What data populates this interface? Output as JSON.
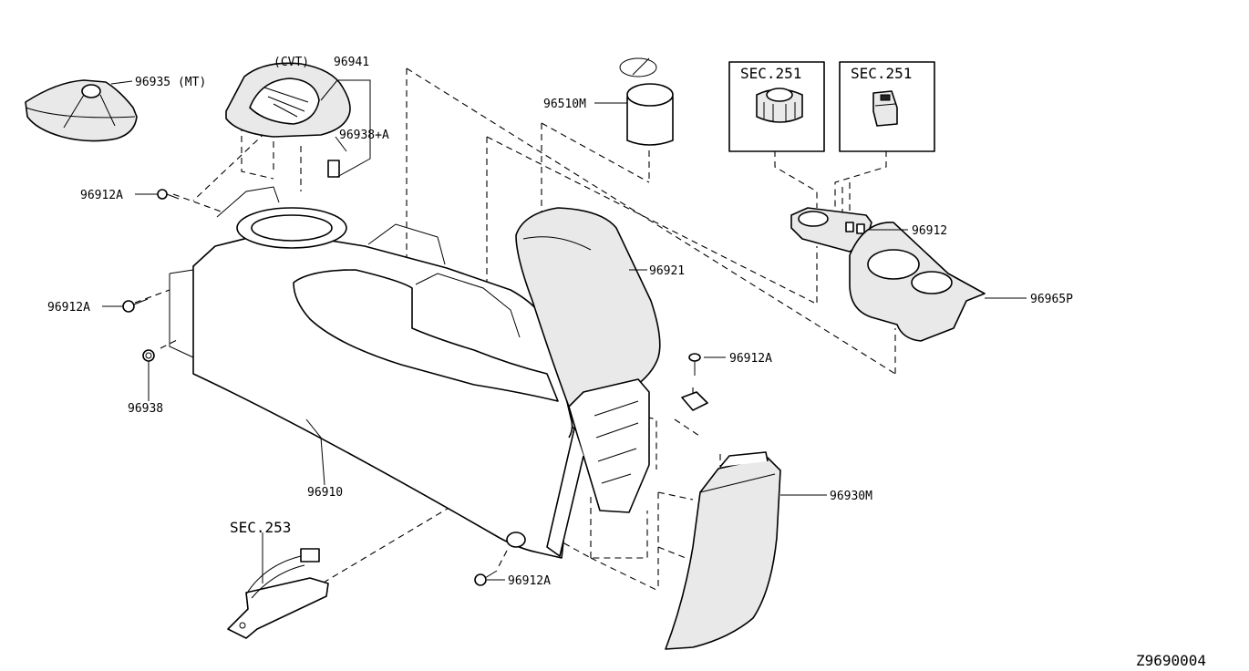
{
  "diagram": {
    "labels": {
      "p96935": "96935 (MT)",
      "cvt": "(CVT)",
      "p96941": "96941",
      "p96938_A": "96938+A",
      "p96912A_top": "96912A",
      "p96912A_left": "96912A",
      "p96938": "96938",
      "p96910": "96910",
      "p96510M": "96510M",
      "p96921": "96921",
      "p96912": "96912",
      "p96965P": "96965P",
      "p96912A_right": "96912A",
      "p96930M": "96930M",
      "p96912A_bottom": "96912A",
      "sec253": "SEC.253",
      "sec251_a": "SEC.251",
      "sec251_b": "SEC.251",
      "diagram_code": "Z9690004"
    }
  }
}
